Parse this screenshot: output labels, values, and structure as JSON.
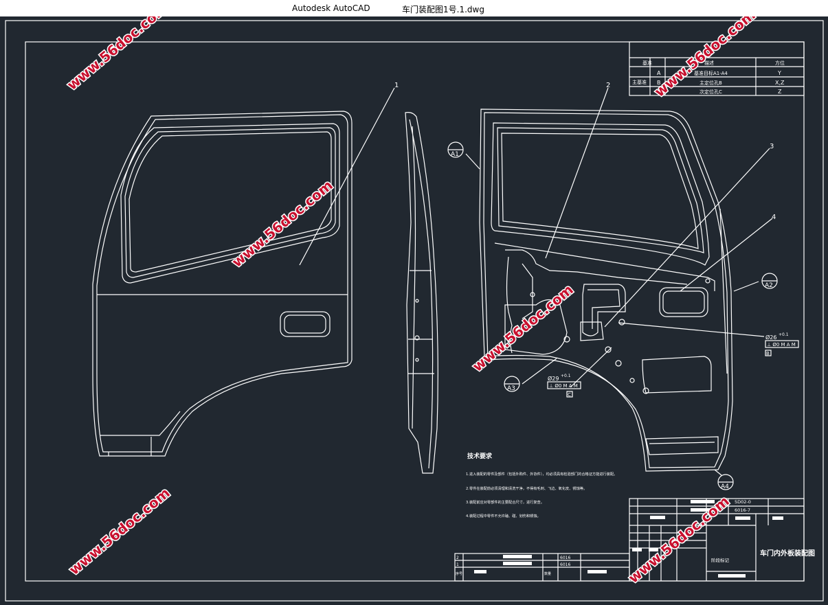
{
  "window": {
    "app_name": "Autodesk AutoCAD",
    "file_name": "车门装配图1号.1.dwg"
  },
  "datum_table": {
    "headers": [
      "基准",
      "描述",
      "方位"
    ],
    "group_label": "主基准",
    "rows": [
      {
        "letter": "A",
        "desc": "基准目标A1-A4",
        "dir": "Y"
      },
      {
        "letter": "B",
        "desc": "主定位孔B",
        "dir": "X,Z"
      },
      {
        "letter": "C",
        "desc": "次定位孔C",
        "dir": "Z"
      }
    ]
  },
  "balloons": [
    "1",
    "2",
    "3",
    "4"
  ],
  "datum_targets": [
    "A1",
    "A2",
    "A3",
    "A4"
  ],
  "tolerances": {
    "hole_b": "Ø26",
    "hole_b_sup": "+0.1",
    "hole_b_frame": "⊥ Ø0 M A M",
    "hole_b_datum": "B",
    "hole_c": "Ø29",
    "hole_c_sup": "+0.1",
    "hole_c_frame": "⊥ Ø0 M A M",
    "hole_c_datum": "C"
  },
  "tech_requirements": {
    "title": "技术要求",
    "items": [
      "1.进入装配的零件及部件（包括外购件、外协件），均必须具有检验部门的合格证方能进行装配。",
      "2.零件在装配前必须清理和清洗干净，不得有毛刺、飞边、氧化皮、锈蚀等。",
      "3.装配前应对零部件的主要配合尺寸，进行复查。",
      "4.装配过程中零件不允许磕、碰、划伤和锈蚀。"
    ]
  },
  "parts_list": {
    "rows": [
      {
        "no": "2",
        "code": "6016"
      },
      {
        "no": "1",
        "code": "6016"
      }
    ],
    "col_seq": "序号",
    "col_qty": "数量"
  },
  "title_block": {
    "drawing_title": "车门内外板装配图",
    "code_1": "5D02-0",
    "code_2": "6016-7",
    "mark_label": "阶段标记"
  },
  "watermark": "www.56doc.com"
}
